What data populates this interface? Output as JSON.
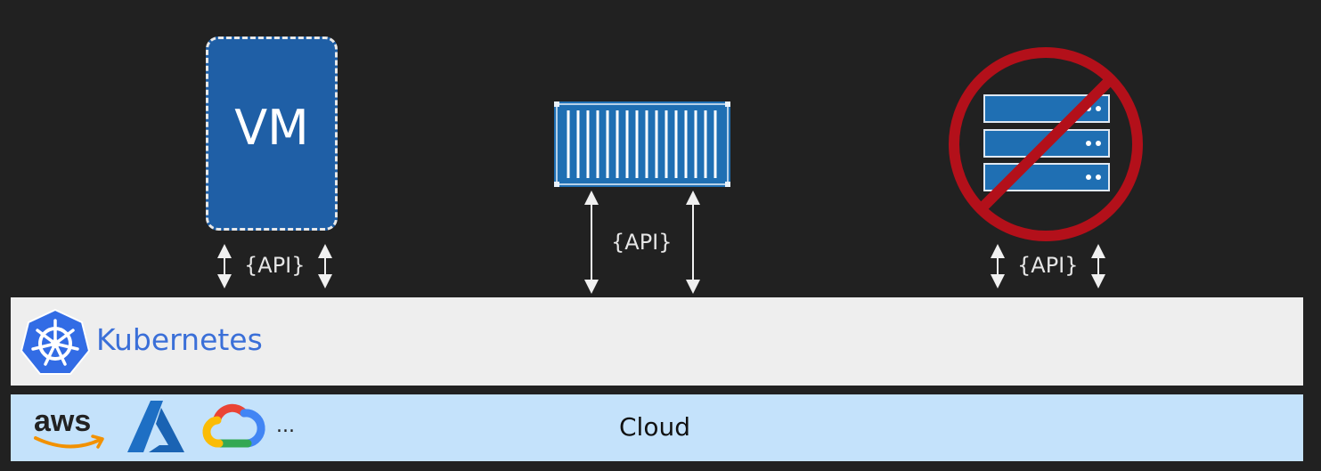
{
  "vm": {
    "label": "VM"
  },
  "api": {
    "vm_label": "{API}",
    "container_label": "{API}",
    "serverless_label": "{API}"
  },
  "kubernetes": {
    "label": "Kubernetes"
  },
  "cloud": {
    "label": "Cloud",
    "providers": [
      "aws",
      "azure",
      "google-cloud"
    ],
    "aws_text": "aws",
    "more": "..."
  },
  "colors": {
    "background": "#212121",
    "box_blue": "#1f5fa6",
    "k8s_band": "#eeeeee",
    "k8s_text": "#3a6fd8",
    "cloud_band": "#c4e2fb",
    "prohibited_red": "#b3101a"
  },
  "icons": [
    "vm-box",
    "shipping-container-icon",
    "server-rack-icon",
    "prohibited-icon",
    "kubernetes-icon",
    "aws-icon",
    "azure-icon",
    "google-cloud-icon"
  ]
}
